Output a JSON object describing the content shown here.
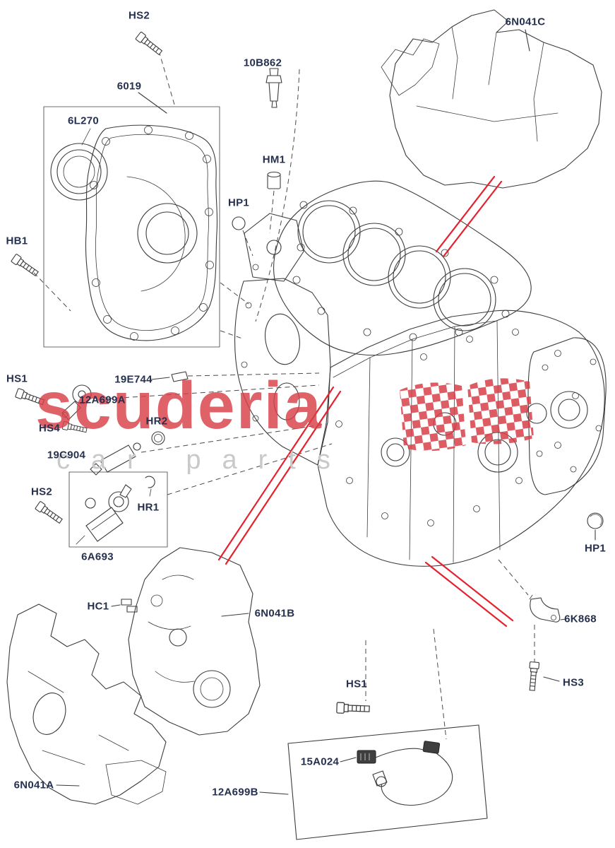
{
  "page": {
    "background": "#ffffff"
  },
  "colors": {
    "line": "#3c3c3c",
    "label_text": "#26304f",
    "arrow_red": "#e5212e",
    "watermark_red": "#d84049",
    "watermark_gray": "#c9c9c9"
  },
  "watermark": {
    "brand": "scuderia",
    "tagline": "car parts"
  },
  "labels": [
    {
      "id": "hs2-top",
      "text": "HS2"
    },
    {
      "id": "10b862",
      "text": "10B862"
    },
    {
      "id": "6n041c",
      "text": "6N041C"
    },
    {
      "id": "6019",
      "text": "6019"
    },
    {
      "id": "6l270",
      "text": "6L270"
    },
    {
      "id": "hm1",
      "text": "HM1"
    },
    {
      "id": "hp1-top",
      "text": "HP1"
    },
    {
      "id": "hb1",
      "text": "HB1"
    },
    {
      "id": "hs1-left",
      "text": "HS1"
    },
    {
      "id": "19e744",
      "text": "19E744"
    },
    {
      "id": "12a699a",
      "text": "12A699A"
    },
    {
      "id": "hs4",
      "text": "HS4"
    },
    {
      "id": "hr2",
      "text": "HR2"
    },
    {
      "id": "19c904",
      "text": "19C904"
    },
    {
      "id": "hs2-mid",
      "text": "HS2"
    },
    {
      "id": "hr1",
      "text": "HR1"
    },
    {
      "id": "6a693",
      "text": "6A693"
    },
    {
      "id": "hc1",
      "text": "HC1"
    },
    {
      "id": "6n041b",
      "text": "6N041B"
    },
    {
      "id": "6n041a",
      "text": "6N041A"
    },
    {
      "id": "hs1-bottom",
      "text": "HS1"
    },
    {
      "id": "15a024",
      "text": "15A024"
    },
    {
      "id": "12a699b",
      "text": "12A699B"
    },
    {
      "id": "hp1-right",
      "text": "HP1"
    },
    {
      "id": "6k868",
      "text": "6K868"
    },
    {
      "id": "hs3",
      "text": "HS3"
    }
  ]
}
